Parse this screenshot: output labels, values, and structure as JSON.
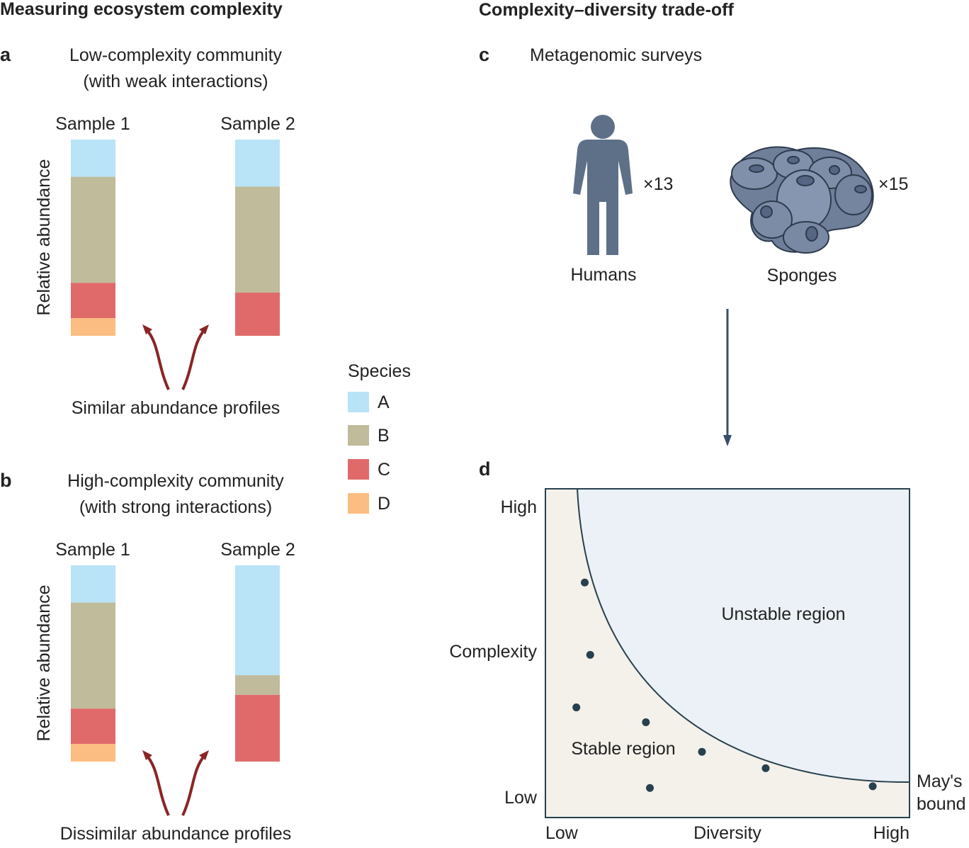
{
  "headings": {
    "left": "Measuring ecosystem complexity",
    "right": "Complexity–diversity trade-off"
  },
  "panel_a": {
    "letter": "a",
    "title_line1": "Low-complexity community",
    "title_line2": "(with weak interactions)",
    "sample1": "Sample 1",
    "sample2": "Sample 2",
    "y_label": "Relative abundance",
    "caption": "Similar abundance profiles",
    "samples": [
      {
        "A": 0.19,
        "B": 0.54,
        "C": 0.18,
        "D": 0.09
      },
      {
        "A": 0.24,
        "B": 0.54,
        "C": 0.22,
        "D": 0.0
      }
    ]
  },
  "panel_b": {
    "letter": "b",
    "title_line1": "High-complexity community",
    "title_line2": "(with strong interactions)",
    "sample1": "Sample 1",
    "sample2": "Sample 2",
    "y_label": "Relative abundance",
    "caption": "Dissimilar abundance profiles",
    "samples": [
      {
        "A": 0.19,
        "B": 0.54,
        "C": 0.18,
        "D": 0.09
      },
      {
        "A": 0.56,
        "B": 0.1,
        "C": 0.34,
        "D": 0.0
      }
    ]
  },
  "legend": {
    "title": "Species",
    "items": [
      {
        "label": "A",
        "color": "#b9e3f6"
      },
      {
        "label": "B",
        "color": "#bfbb9b"
      },
      {
        "label": "C",
        "color": "#e06a6a"
      },
      {
        "label": "D",
        "color": "#fbbd82"
      }
    ]
  },
  "panel_c": {
    "letter": "c",
    "title": "Metagenomic surveys",
    "humans_label": "Humans",
    "humans_count": "×13",
    "sponges_label": "Sponges",
    "sponges_count": "×15",
    "icons": [
      "human-icon",
      "sponge-icon"
    ]
  },
  "panel_d": {
    "letter": "d",
    "y_high": "High",
    "y_label": "Complexity",
    "y_low": "Low",
    "x_low": "Low",
    "x_label": "Diversity",
    "x_high": "High",
    "unstable_label": "Unstable region",
    "stable_label": "Stable region",
    "bound_line1": "May's",
    "bound_line2": "bound"
  },
  "chart_data": {
    "type": "scatter",
    "xlabel": "Diversity",
    "ylabel": "Complexity",
    "xlim": [
      0,
      1
    ],
    "ylim": [
      0,
      1
    ],
    "series": [
      {
        "x": [
          0.108,
          0.123,
          0.085,
          0.276,
          0.287,
          0.43,
          0.605,
          0.899
        ],
        "y": [
          0.715,
          0.495,
          0.335,
          0.29,
          0.09,
          0.2,
          0.15,
          0.095
        ]
      }
    ]
  },
  "colors": {
    "arrow_red": "#8b2525",
    "icon_blue": "#5e7088",
    "stable_bg": "#f4f1ea",
    "unstable_bg": "#ebf1f6",
    "plot_line": "#27404e"
  }
}
